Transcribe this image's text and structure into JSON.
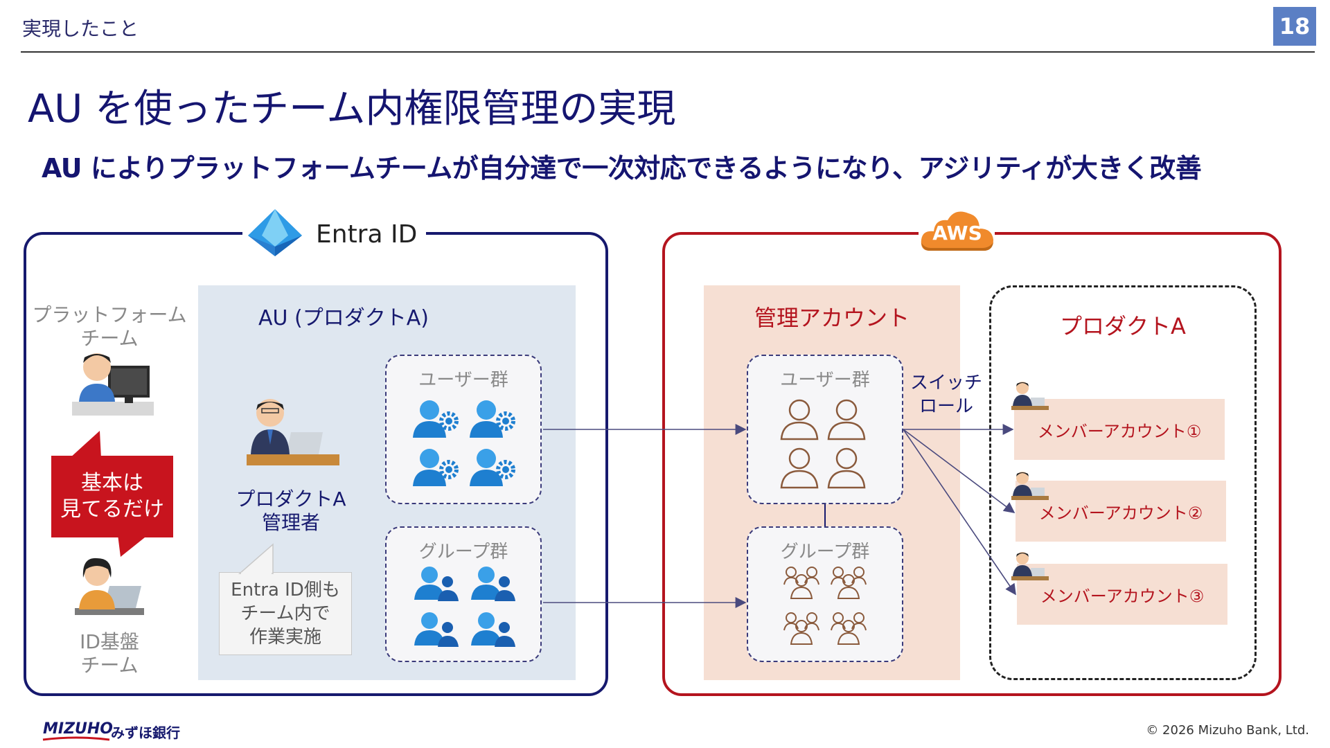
{
  "header": {
    "section": "実現したこと",
    "page_number": "18"
  },
  "title": "AU を使ったチーム内権限管理の実現",
  "subtitle": "AU によりプラットフォームチームが自分達で一次対応できるようになり、アジリティが大きく改善",
  "entra": {
    "label": "Entra ID",
    "platform_team": [
      "プラットフォーム",
      "チーム"
    ],
    "callout": [
      "基本は",
      "見てるだけ"
    ],
    "id_team": [
      "ID基盤",
      "チーム"
    ],
    "au_label": "AU (プロダクトA)",
    "product_admin": [
      "プロダクトA",
      "管理者"
    ],
    "note": [
      "Entra ID側も",
      "チーム内で",
      "作業実施"
    ],
    "user_group": "ユーザー群",
    "group_group": "グループ群"
  },
  "aws": {
    "logo": "AWS",
    "mgmt_label": "管理アカウント",
    "user_group": "ユーザー群",
    "group_group": "グループ群",
    "switch_role": [
      "スイッチ",
      "ロール"
    ],
    "product_label": "プロダクトA",
    "members": [
      "メンバーアカウント①",
      "メンバーアカウント②",
      "メンバーアカウント③"
    ]
  },
  "footer": {
    "logo_en": "MIZUHO",
    "logo_jp": "みずほ銀行",
    "copyright": "© 2026 Mizuho Bank, Ltd."
  },
  "colors": {
    "navy": "#16196e",
    "red": "#b4141e",
    "aws_orange": "#f08a2c",
    "azure_blue": "#1e7fd0",
    "brown": "#8a5a3c"
  }
}
